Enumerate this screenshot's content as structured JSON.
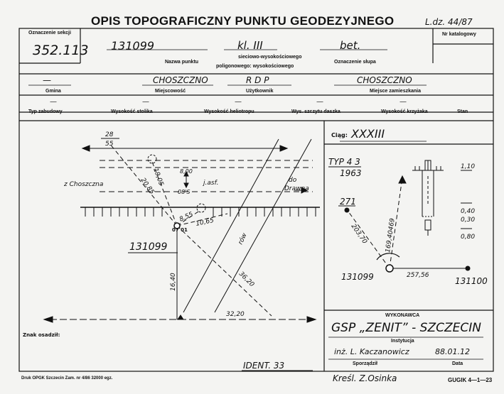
{
  "header": {
    "title": "OPIS TOPOGRAFICZNY PUNKTU GEODEZYJNEGO",
    "ldz": "L.dz. 44/87"
  },
  "row1": {
    "section_label": "Oznaczenie sekcji",
    "section_value": "352.113",
    "point_number": "131099",
    "class": "kl. III",
    "post_type": "bet.",
    "catalog_label": "Nr katalogowy",
    "point_name_label": "Nazwa punktu",
    "network_top": "sieciowo-wysokościowego",
    "network_bottom": "poligonowego: wysokościowego",
    "post_label": "Oznaczenie słupa"
  },
  "row2": {
    "gmina_value": "—",
    "gmina_label": "Gmina",
    "locality_value": "CHOSZCZNO",
    "locality_label": "Miejscowość",
    "user_value": "R D P",
    "user_label": "Użytkownik",
    "residence_value": "CHOSZCZNO",
    "residence_label": "Miejsce zamieszkania"
  },
  "row3": {
    "labels": [
      "Typ zabudowy",
      "Wysokość stolika",
      "Wysokość heliotropu",
      "Wys. szczytu daszka",
      "Wysokość krzyżaka",
      "Stan"
    ],
    "values": [
      "—",
      "—",
      "—",
      "—",
      "—",
      ""
    ]
  },
  "sketch": {
    "point_label": "131099",
    "point_label_small": "07 01",
    "from_label": "z Choszczna",
    "to_label_1": "do",
    "to_label_2": "Drawna",
    "road_label": "j.asf.",
    "ditch_label": "rów",
    "top_fraction_num": "28",
    "top_fraction_den": "55",
    "d_left": "20,85",
    "d_top": "19,05",
    "d_r1": "8,55",
    "d_r2": "10,65",
    "d_diag": "36,20",
    "d_vert": "16,40",
    "d_bottom": "32,20",
    "road_w1": "8,00",
    "road_w2": "08'S",
    "ident": "IDENT. 33",
    "osadz_label": "Znak osadził:"
  },
  "right": {
    "ciag_label": "Ciąg:",
    "ciag_value": "XXXIII",
    "typ": "TYP 4 3",
    "year": "1963",
    "depth_top": "1,10",
    "depths": [
      "0,40",
      "0,30",
      "0,80"
    ],
    "point_a": "271",
    "point_b": "131099",
    "point_c": "131100",
    "dist_1": "203,70",
    "dist_2": "169,40469",
    "dist_3": "257,56"
  },
  "wykonawca": {
    "label": "WYKONAWCA",
    "name": "GSP „ZENIT” - SZCZECIN",
    "institution_label": "Instytucja",
    "person": "inż. L. Kaczanowicz",
    "date": "88.01.12",
    "person_label": "Sporządził",
    "date_label": "Data",
    "drawn": "Kreśl. Z.Osinka"
  },
  "footer": {
    "print": "Druk OPGK Szczecin Zam. nr 4/86  32000 egz.",
    "code": "GUGIK 4—1—23"
  }
}
